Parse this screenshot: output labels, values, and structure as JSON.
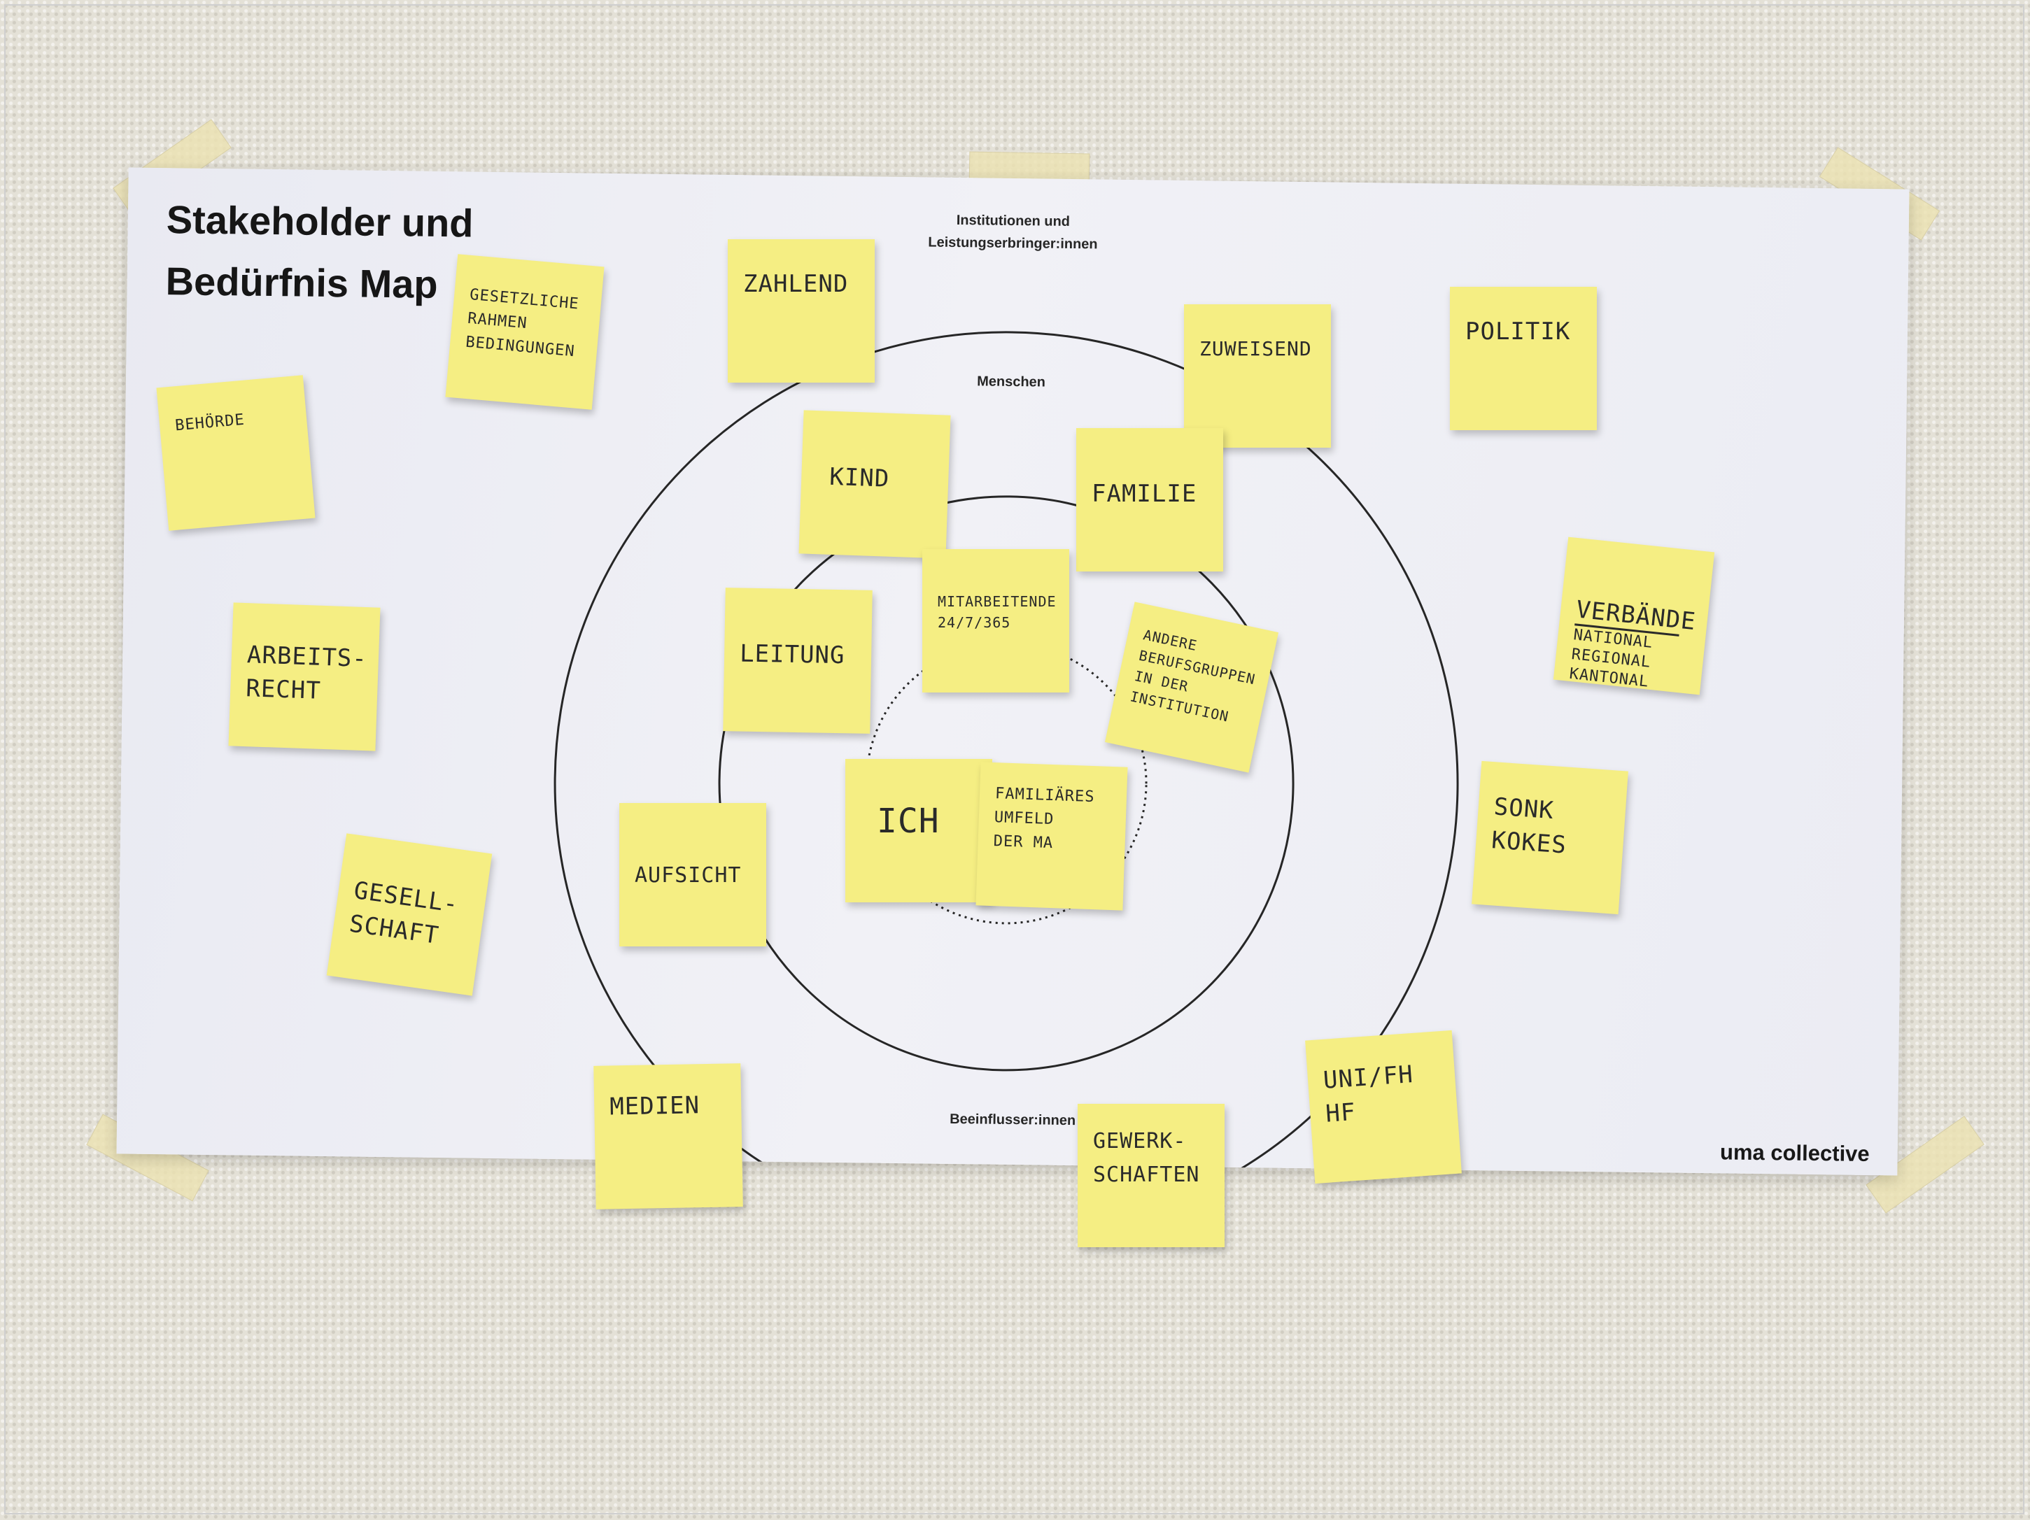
{
  "poster": {
    "title_line1": "Stakeholder und",
    "title_line2": "Bedürfnis Map",
    "outer_ring_label": "Institutionen und\nLeistungserbringer:innen",
    "middle_ring_label": "Menschen",
    "bottom_label": "Beeinflusser:innen",
    "brand": "uma collective"
  },
  "notes": {
    "gesetzliche": "GESETZLICHE\nRAHMEN\nBEDINGUNGEN",
    "zahlend": "ZAHLEND",
    "zuweisend": "ZUWEISEND",
    "politik": "POLITIK",
    "behoerde": "BEHÖRDE",
    "kind": "KIND",
    "familie": "FAMILIE",
    "mitarbeitende": "MITARBEITENDE\n24/7/365",
    "leitung": "LEITUNG",
    "andere": "ANDERE\nBERUFSGRUPPEN\nIN DER\nINSTITUTION",
    "verbaende_title": "VERBÄNDE",
    "verbaende_sub": "NATIONAL\nREGIONAL\nKANTONAL",
    "arbeitsrecht": "ARBEITS-\nRECHT",
    "ich": "ICH",
    "familiaeres": "FAMILIÄRES\nUMFELD\nDER MA",
    "aufsicht": "AUFSICHT",
    "sonkokes": "SONK\nKOKES",
    "gesellschaft": "GESELL-\nSCHAFT",
    "medien": "MEDIEN",
    "gewerkschaften": "GEWERK-\nSCHAFTEN",
    "unifh": "UNI/FH\nHF"
  },
  "colors": {
    "note_yellow": "#f5ee83",
    "poster": "#eeeef4",
    "wall": "#e4e1d7",
    "ring_stroke": "#262626"
  }
}
